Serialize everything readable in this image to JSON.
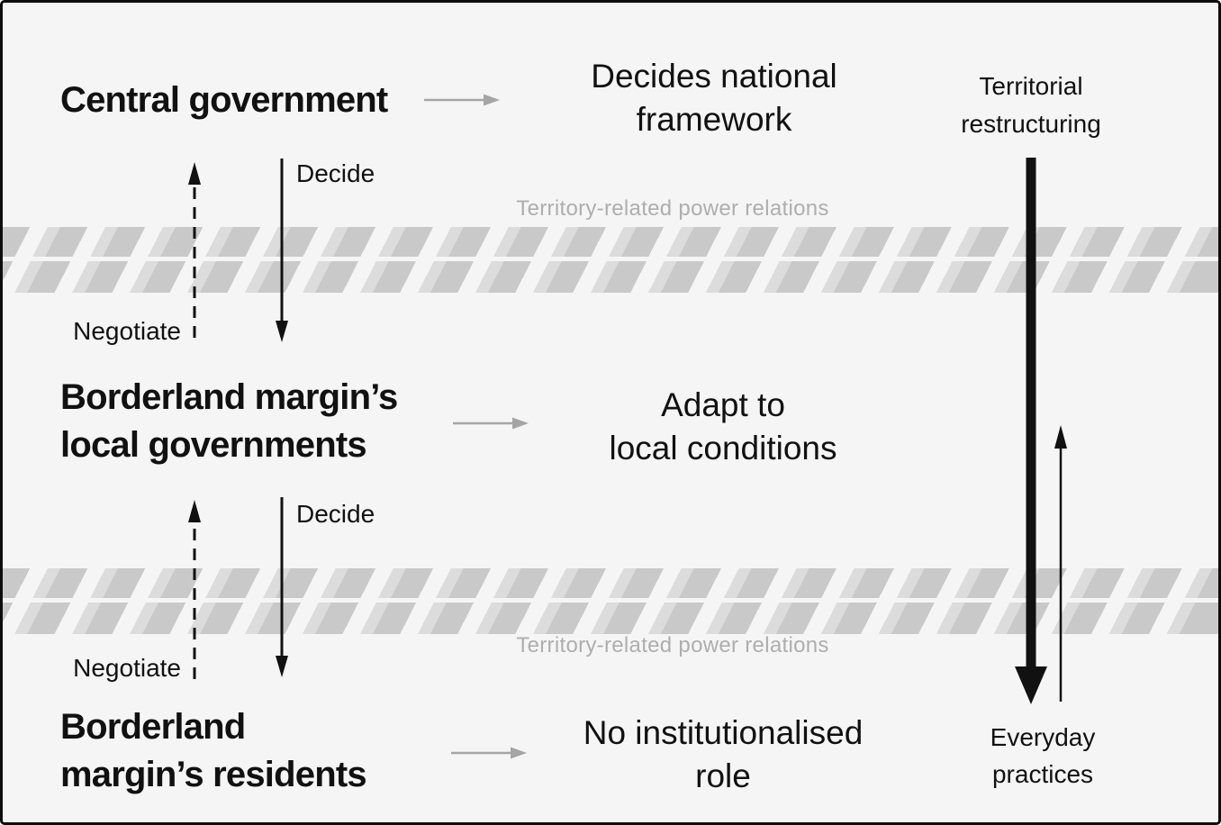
{
  "palette": {
    "background": "#f5f5f6",
    "ink": "#111111",
    "stripe_gray": "#c9c9c9",
    "muted_label_gray": "#aeaeae",
    "connector_gray": "#a5a5a5"
  },
  "actors": [
    {
      "name": "Central government",
      "action": "Decides national\nframework"
    },
    {
      "name": "Borderland margin’s\nlocal governments",
      "action": "Adapt to\nlocal conditions"
    },
    {
      "name": "Borderland\nmargin’s residents",
      "action": "No institutionalised\nrole"
    }
  ],
  "relations": [
    {
      "decide": "Decide",
      "negotiate": "Negotiate"
    },
    {
      "decide": "Decide",
      "negotiate": "Negotiate"
    }
  ],
  "bands": [
    {
      "label": "Territory-related power relations",
      "label_position": "above-band"
    },
    {
      "label": "Territory-related power relations",
      "label_position": "below-band"
    }
  ],
  "right_column": {
    "top_label": "Territorial\nrestructuring",
    "bottom_label": "Everyday\npractices"
  },
  "arrow_glyphs": {
    "actor_to_action": "gray-right-arrow",
    "decide": "solid-black-down-arrow",
    "negotiate": "dashed-black-up-arrow",
    "territorial_restructuring": "thick-black-down-arrow",
    "everyday_practices": "thin-black-up-arrow"
  }
}
